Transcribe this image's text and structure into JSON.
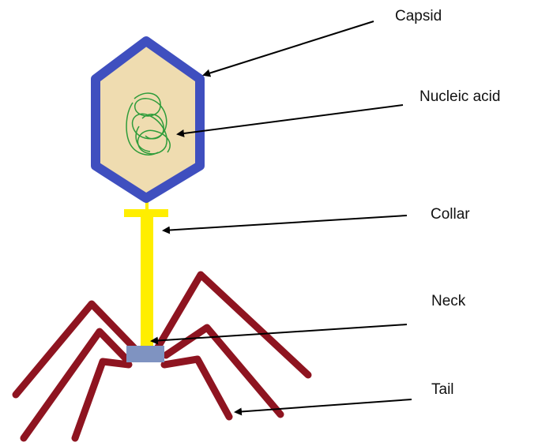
{
  "labels": {
    "capsid": "Capsid",
    "nucleic_acid": "Nucleic acid",
    "collar": "Collar",
    "neck": "Neck",
    "tail": "Tail"
  },
  "colors": {
    "capsid_outline": "#3f4fbf",
    "capsid_fill": "#efdcb0",
    "nucleic_acid": "#2e9c3a",
    "collar_neck": "#ffee00",
    "base_plate": "#7f93c1",
    "tail_fibers": "#8e1420",
    "arrows": "#000000"
  }
}
